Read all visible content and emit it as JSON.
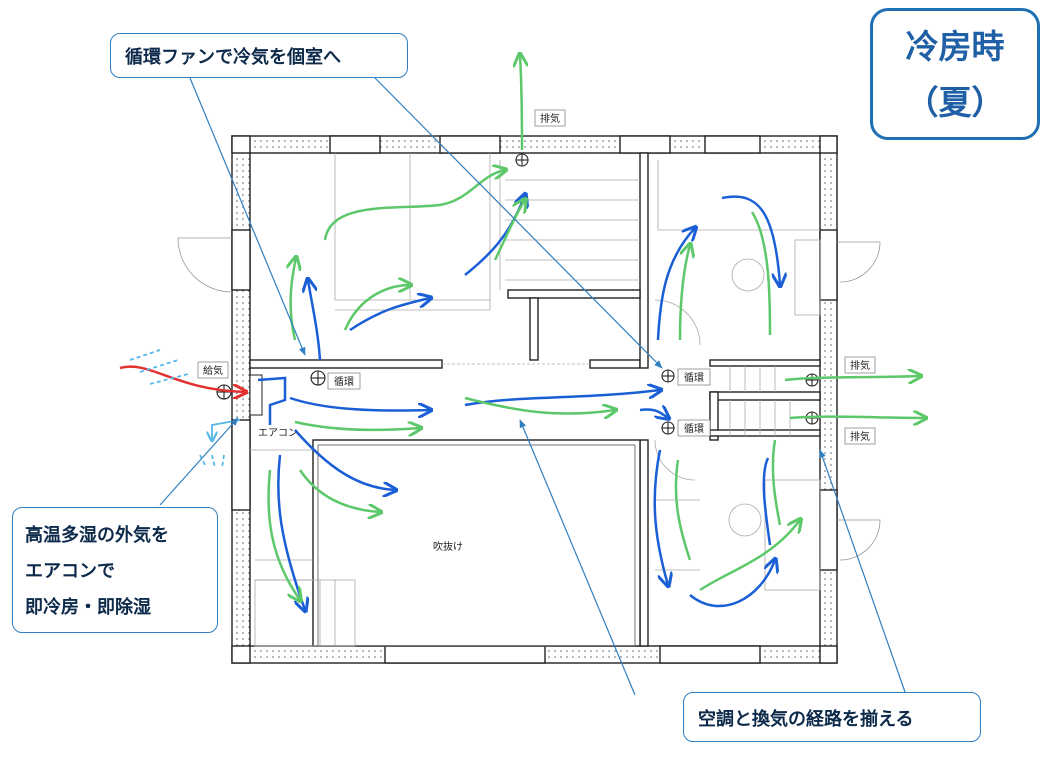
{
  "badge": {
    "line1": "冷房時",
    "line2": "（夏）"
  },
  "callouts": {
    "top": "循環ファンで冷気を個室へ",
    "left": [
      "高温多湿の外気を",
      "エアコンで",
      "即冷房・即除湿"
    ],
    "bottom_right": "空調と換気の経路を揃える"
  },
  "labels": {
    "supply": "給気",
    "exhaust_top": "排気",
    "exhaust_right_1": "排気",
    "exhaust_right_2": "排気",
    "circulation_1": "循環",
    "circulation_2": "循環",
    "circulation_3": "循環",
    "aircon": "エアコン",
    "atrium": "吹抜け"
  },
  "colors": {
    "cool_air": "#1a5fd6",
    "fresh_air": "#5cc86a",
    "hot_air": "#e53030",
    "moisture": "#55b8e8",
    "leader": "#2f7fc1",
    "wall": "#222222"
  }
}
